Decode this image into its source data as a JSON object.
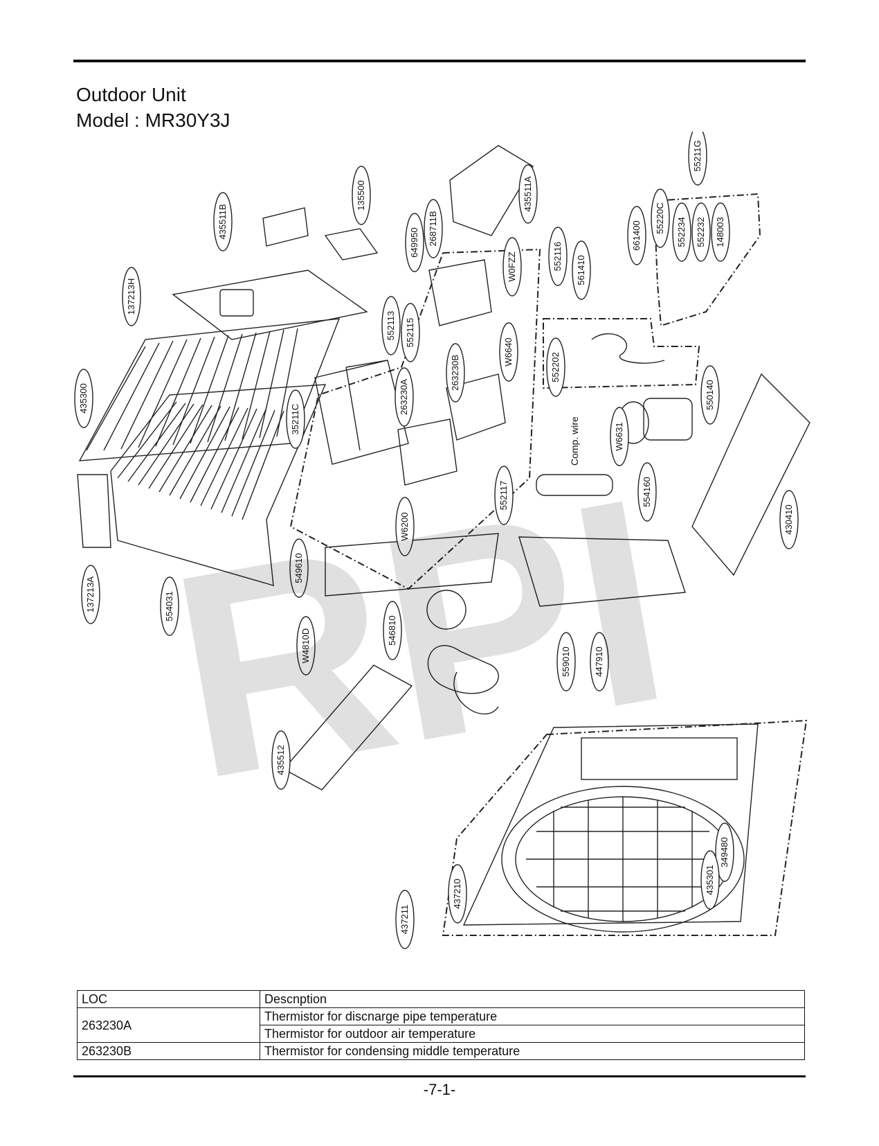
{
  "header": {
    "title_line1": "Outdoor Unit",
    "title_line2": "Model : MR30Y3J"
  },
  "diagram": {
    "watermark": "RPI",
    "callouts": [
      {
        "id": "c1",
        "label": "137213H"
      },
      {
        "id": "c2",
        "label": "435511B"
      },
      {
        "id": "c3",
        "label": "135500"
      },
      {
        "id": "c4",
        "label": "649950"
      },
      {
        "id": "c5",
        "label": "268711B"
      },
      {
        "id": "c6",
        "label": "435511A"
      },
      {
        "id": "c7",
        "label": "W0FZZ"
      },
      {
        "id": "c8",
        "label": "552116"
      },
      {
        "id": "c9",
        "label": "561410"
      },
      {
        "id": "c10",
        "label": "661400"
      },
      {
        "id": "c11",
        "label": "55220C"
      },
      {
        "id": "c12",
        "label": "55211G"
      },
      {
        "id": "c13",
        "label": "552234"
      },
      {
        "id": "c14",
        "label": "552232"
      },
      {
        "id": "c15",
        "label": "148003"
      },
      {
        "id": "c16",
        "label": "552113"
      },
      {
        "id": "c17",
        "label": "552115"
      },
      {
        "id": "c18",
        "label": "435300"
      },
      {
        "id": "c19",
        "label": "35211C"
      },
      {
        "id": "c20",
        "label": "263230A"
      },
      {
        "id": "c21",
        "label": "263230B"
      },
      {
        "id": "c22",
        "label": "W6640"
      },
      {
        "id": "c23",
        "label": "552202"
      },
      {
        "id": "c24",
        "label": "550140"
      },
      {
        "id": "c25",
        "label": "W6631"
      },
      {
        "id": "c26",
        "label": "554160"
      },
      {
        "id": "c27",
        "label": "552117"
      },
      {
        "id": "c28",
        "label": "430410"
      },
      {
        "id": "c29",
        "label": "W6200"
      },
      {
        "id": "c30",
        "label": "137213A"
      },
      {
        "id": "c31",
        "label": "554031"
      },
      {
        "id": "c32",
        "label": "549610"
      },
      {
        "id": "c33",
        "label": "W4810D"
      },
      {
        "id": "c34",
        "label": "546810"
      },
      {
        "id": "c35",
        "label": "559010"
      },
      {
        "id": "c36",
        "label": "447910"
      },
      {
        "id": "c37",
        "label": "435512"
      },
      {
        "id": "c38",
        "label": "437210"
      },
      {
        "id": "c39",
        "label": "437211"
      },
      {
        "id": "c40",
        "label": "349480"
      },
      {
        "id": "c41",
        "label": "435301"
      }
    ],
    "comp_wire_label": "Comp. wire"
  },
  "parts_table": {
    "headers": [
      "LOC",
      "Descnption"
    ],
    "rows": [
      {
        "loc": "263230A",
        "desc1": "Thermistor for discnarge pipe temperature",
        "desc2": "Thermistor for outdoor air temperature"
      },
      {
        "loc": "263230B",
        "desc1": "Thermistor for condensing middle temperature"
      }
    ]
  },
  "footer": {
    "page_number": "-7-1-"
  }
}
